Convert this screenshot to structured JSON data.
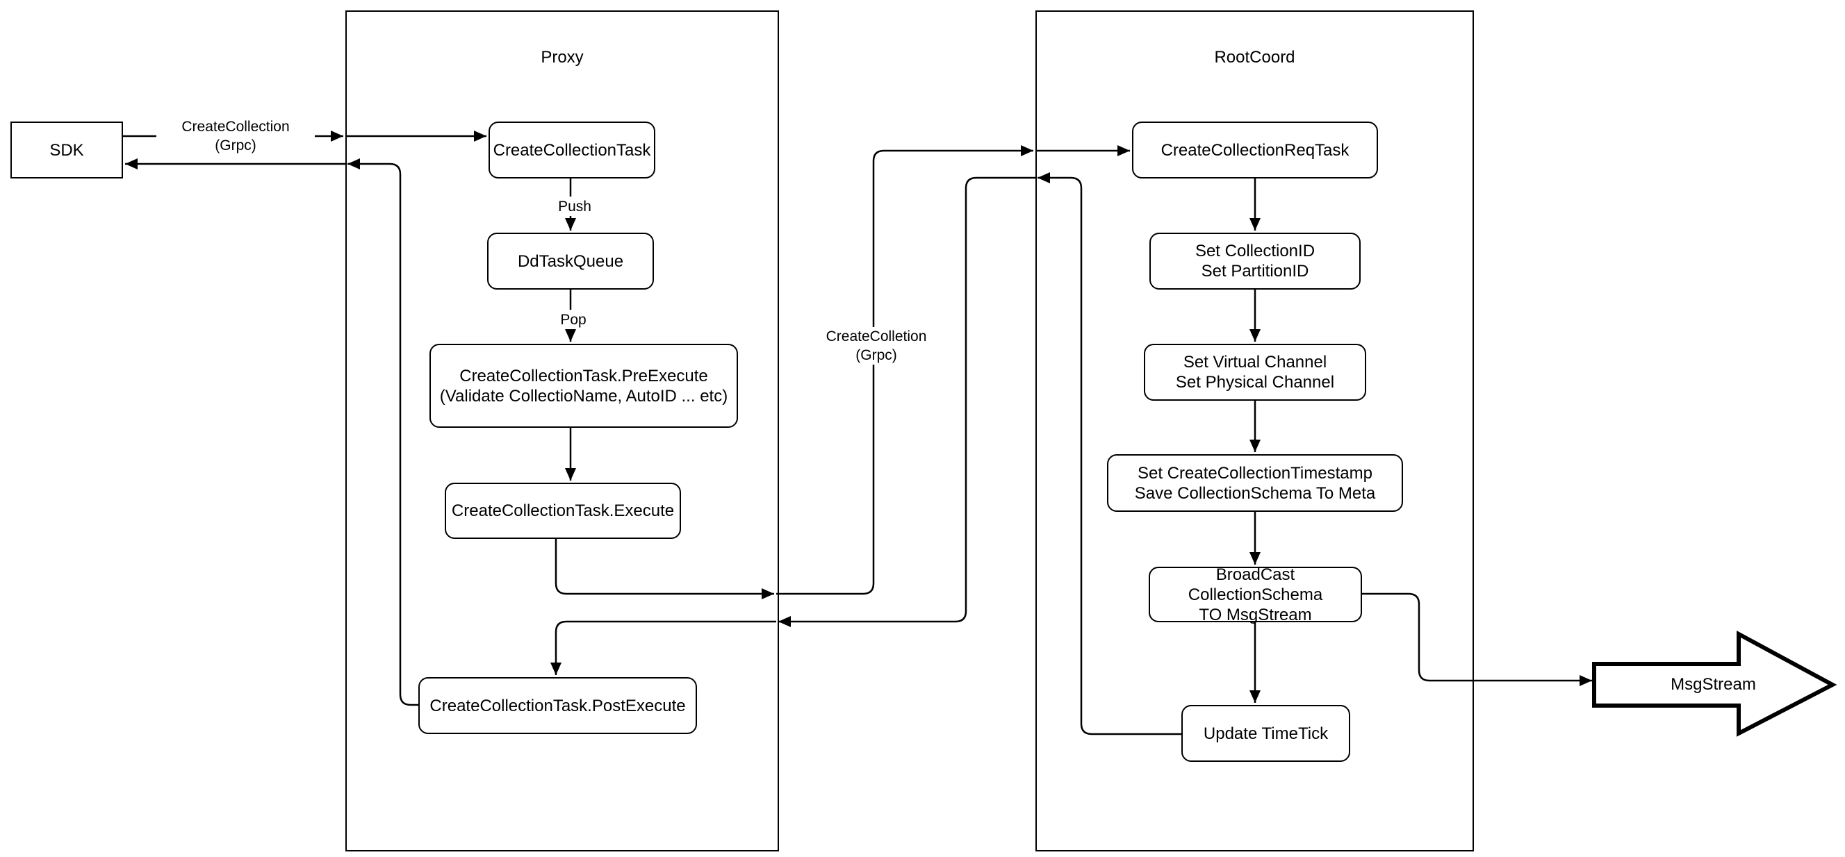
{
  "diagram": {
    "sdk": {
      "label": "SDK"
    },
    "proxy": {
      "title": "Proxy",
      "create_collection_task": "CreateCollectionTask",
      "dd_task_queue": "DdTaskQueue",
      "pre_execute_line1": "CreateCollectionTask.PreExecute",
      "pre_execute_line2": "(Validate CollectioName, AutoID ... etc)",
      "execute": "CreateCollectionTask.Execute",
      "post_execute": "CreateCollectionTask.PostExecute"
    },
    "rootcoord": {
      "title": "RootCoord",
      "req_task": "CreateCollectionReqTask",
      "set_ids_line1": "Set CollectionID",
      "set_ids_line2": "Set PartitionID",
      "set_channels_line1": "Set Virtual Channel",
      "set_channels_line2": "Set Physical Channel",
      "set_timestamp_line1": "Set CreateCollectionTimestamp",
      "set_timestamp_line2": "Save CollectionSchema To Meta",
      "broadcast_line1": "BroadCast CollectionSchema",
      "broadcast_line2": "TO MsgStream",
      "update_timetick": "Update TimeTick"
    },
    "edge_labels": {
      "sdk_call_line1": "CreateCollection",
      "sdk_call_line2": "(Grpc)",
      "push": "Push",
      "pop": "Pop",
      "proxy_call_line1": "CreateColletion",
      "proxy_call_line2": "(Grpc)"
    },
    "msgstream": {
      "label": "MsgStream"
    },
    "colors": {
      "stroke": "#000000",
      "background": "#ffffff"
    }
  }
}
